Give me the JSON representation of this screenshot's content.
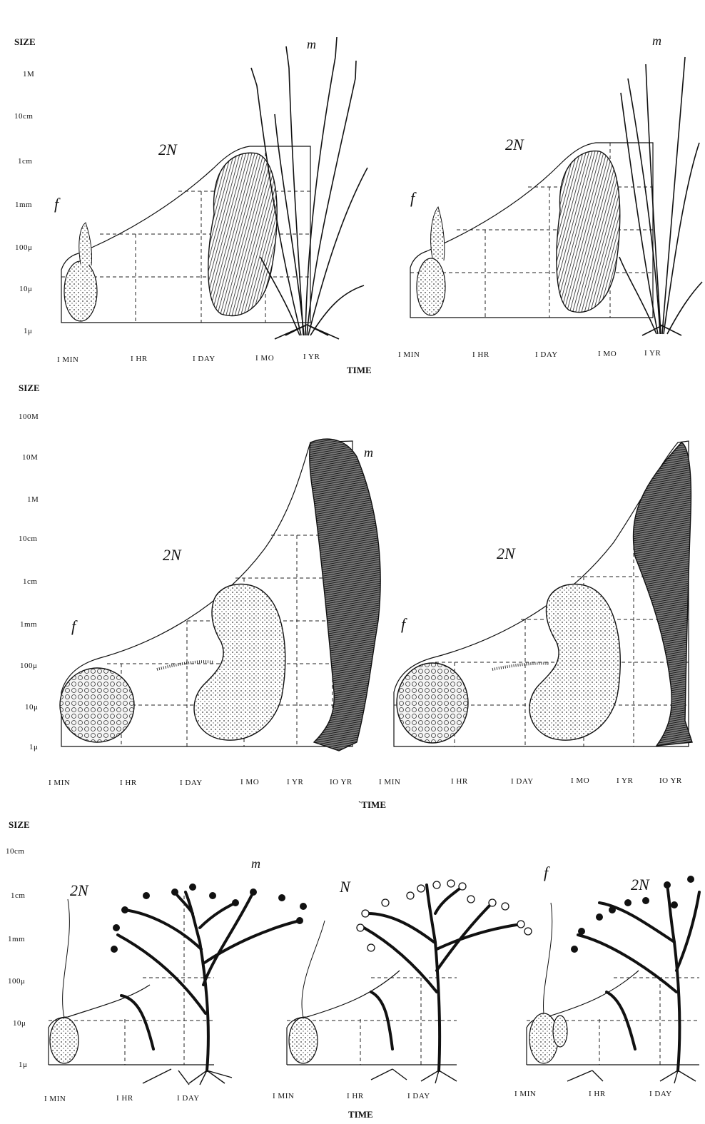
{
  "panels": [
    {
      "size_title": "SIZE",
      "time_title": "TIME",
      "y_ticks": [
        "1M",
        "10cm",
        "1cm",
        "1mm",
        "100μ",
        "10μ",
        "1μ"
      ],
      "x_ticks_left": [
        "I MIN",
        "I HR",
        "I DAY",
        "I MO",
        "I YR"
      ],
      "x_ticks_right": [
        "I MIN",
        "I HR",
        "I DAY",
        "I MO",
        "I YR"
      ],
      "stage_labels_left": {
        "f": "f",
        "ploidy": "2N",
        "m": "m"
      },
      "stage_labels_right": {
        "f": "f",
        "ploidy": "2N",
        "m": "m"
      }
    },
    {
      "size_title": "SIZE",
      "time_title": "`TIME",
      "y_ticks": [
        "100M",
        "10M",
        "1M",
        "10cm",
        "1cm",
        "1mm",
        "100μ",
        "10μ",
        "1μ"
      ],
      "x_ticks_left": [
        "I MIN",
        "I HR",
        "I DAY",
        "I MO",
        "I YR",
        "IO YR"
      ],
      "x_ticks_right": [
        "I MIN",
        "I HR",
        "I DAY",
        "I MO",
        "I YR",
        "IO YR"
      ],
      "stage_labels_left": {
        "f": "f",
        "ploidy": "2N",
        "m": "m"
      },
      "stage_labels_right": {
        "f": "f",
        "ploidy": "2N"
      }
    },
    {
      "size_title": "SIZE",
      "time_title": "TIME",
      "y_ticks": [
        "10cm",
        "1cm",
        "1mm",
        "100μ",
        "10μ",
        "1μ"
      ],
      "x_ticks_a": [
        "I MIN",
        "I HR",
        "I DAY"
      ],
      "x_ticks_b": [
        "I MIN",
        "I HR",
        "I DAY"
      ],
      "x_ticks_c": [
        "I MIN",
        "I HR",
        "I DAY"
      ],
      "stage_labels": {
        "ploidy_a": "2N",
        "m": "m",
        "ploidy_b": "N",
        "f": "f",
        "ploidy_c": "2N"
      }
    }
  ],
  "colors": {
    "ink": "#111111",
    "paper": "#ffffff",
    "shade": "#3a3a3a"
  }
}
